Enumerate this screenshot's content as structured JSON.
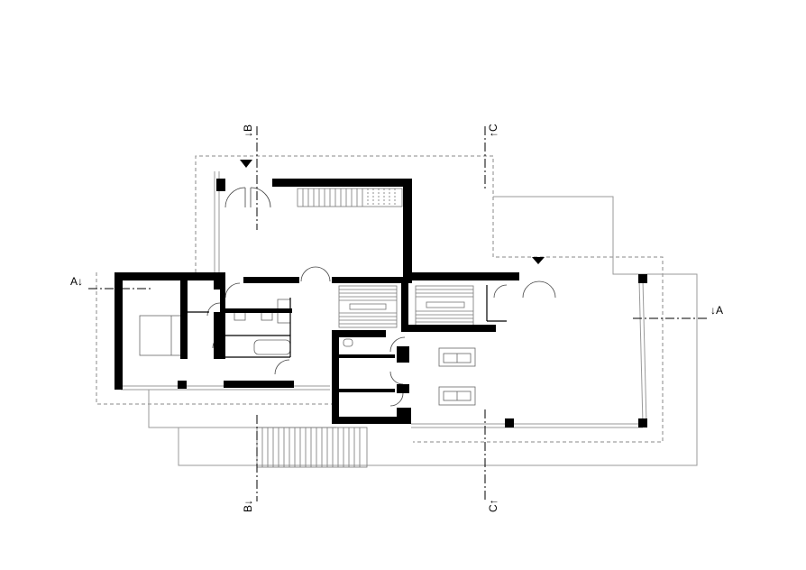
{
  "plan": {
    "section_markers": {
      "a_left": "A↓",
      "a_right": "↓A",
      "b_top": "↓B",
      "b_bottom": "B↓",
      "c_top": "↑C",
      "c_bottom": "C↑"
    },
    "colors": {
      "wall": "#000000",
      "outline": "#8a8a8a",
      "thin_line": "#555555",
      "background": "#ffffff"
    }
  }
}
